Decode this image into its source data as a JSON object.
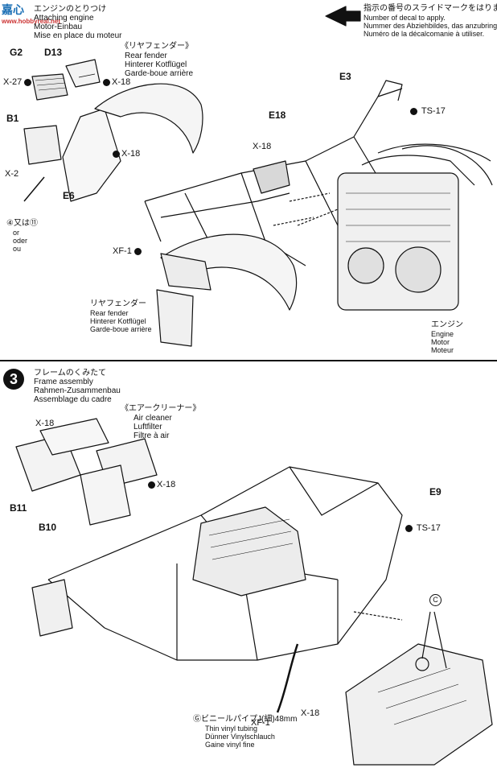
{
  "watermark": {
    "logo": "嘉心",
    "url": "www.hobbyreal.net"
  },
  "decal_note": {
    "jp": "指示の番号のスライドマークをはります。",
    "en": "Number of decal to apply.",
    "de": "Nummer des Abziehbildes, das anzubringen ist.",
    "fr": "Numéro de la décalcomanie à utiliser."
  },
  "step2": {
    "jp": "エンジンのとりつけ",
    "en": "Attaching engine",
    "de": "Motor-Einbau",
    "fr": "Mise en place du moteur"
  },
  "rear_fender_top": {
    "jp": "《リヤフェンダー》",
    "en": "Rear fender",
    "de": "Hinterer Kotflügel",
    "fr": "Garde-boue arrière"
  },
  "rear_fender_bottom": {
    "jp": "リヤフェンダー",
    "en": "Rear fender",
    "de": "Hinterer Kotflügel",
    "fr": "Garde-boue arrière"
  },
  "engine_label": {
    "jp": "エンジン",
    "en": "Engine",
    "de": "Motor",
    "fr": "Moteur"
  },
  "or_note": {
    "main": "④又は⑪",
    "de": "or\noder",
    "fr": "ou",
    "line1": "or",
    "line2": "oder",
    "line3": "ou"
  },
  "step2_parts": {
    "g2": "G2",
    "d13": "D13",
    "b1": "B1",
    "e6": "E6",
    "e3": "E3",
    "e18": "E18",
    "x27": "X-27",
    "x18a": "X-18",
    "x18b": "X-18",
    "x18c": "X-18",
    "x2": "X-2",
    "xf1": "XF-1",
    "ts17": "TS-17"
  },
  "step3": {
    "number": "3",
    "jp": "フレームのくみたて",
    "en": "Frame assembly",
    "de": "Rahmen-Zusammenbau",
    "fr": "Assemblage du cadre"
  },
  "air_cleaner": {
    "jp": "《エアークリーナー》",
    "en": "Air cleaner",
    "de": "Luftfilter",
    "fr": "Filtre à air"
  },
  "step3_parts": {
    "x18a": "X-18",
    "x18b": "X-18",
    "x18c": "X-18",
    "b11": "B11",
    "b10": "B10",
    "e9": "E9",
    "ts17": "TS-17",
    "xf1": "XF-1",
    "c": "C"
  },
  "vinyl": {
    "jp": "ⒼビニールパイプJ(細)48mm",
    "en": "Thin vinyl tubing",
    "de": "Dünner Vinylschlauch",
    "fr": "Gaine vinyl fine"
  }
}
